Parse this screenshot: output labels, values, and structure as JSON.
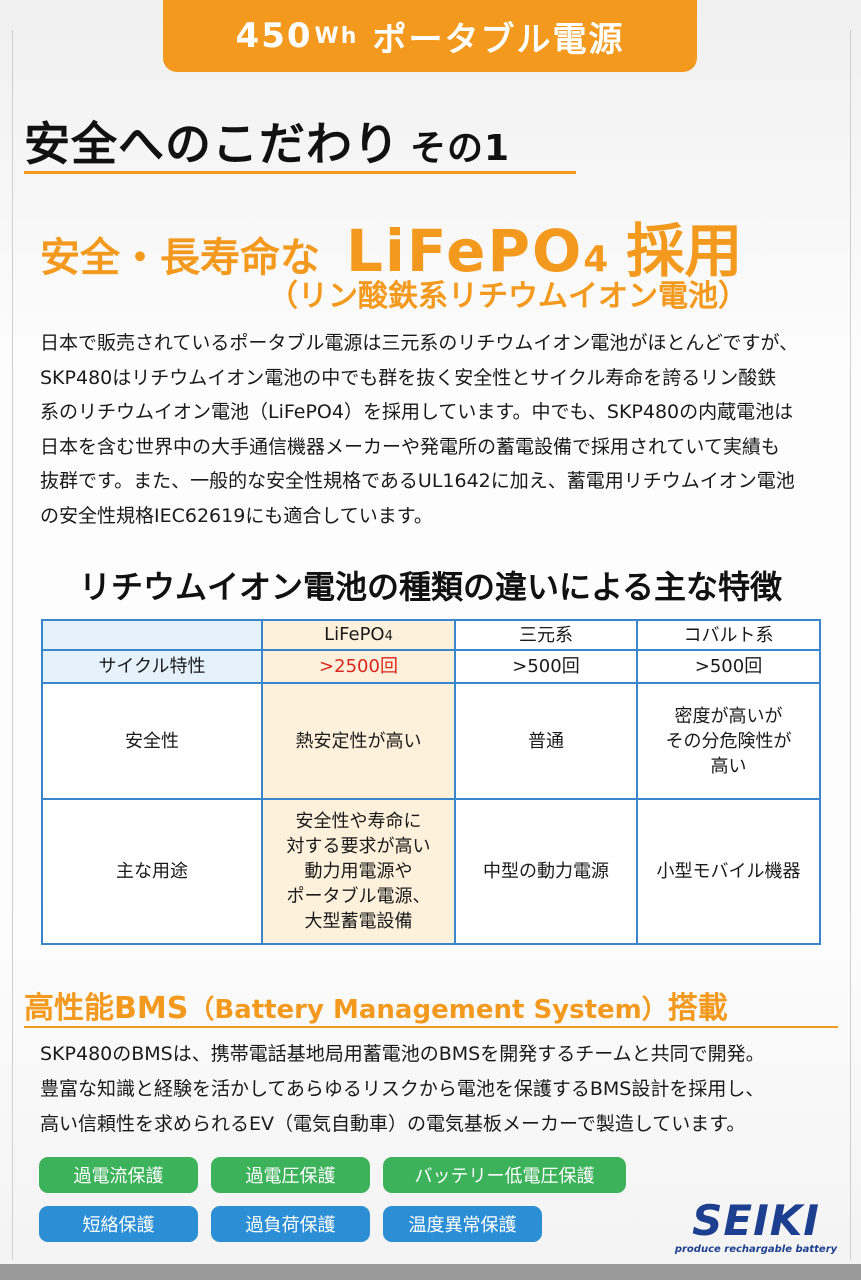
{
  "header": {
    "capacity": "450",
    "unit": "Wh",
    "title": "ポータブル電源"
  },
  "heading1": {
    "main": "安全へのこだわり",
    "sub": "その1"
  },
  "heading2": {
    "prefix": "安全・長寿命な",
    "chem": "LiFePO",
    "chem_sub": "4",
    "suffix": "採用",
    "paren": "（リン酸鉄系リチウムイオン電池）"
  },
  "intro": [
    "日本で販売されているポータブル電源は三元系のリチウムイオン電池がほとんどですが、",
    "SKP480はリチウムイオン電池の中でも群を抜く安全性とサイクル寿命を誇るリン酸鉄",
    "系のリチウムイオン電池（LiFePO4）を採用しています。中でも、SKP480の内蔵電池は",
    "日本を含む世界中の大手通信機器メーカーや発電所の蓄電設備で採用されていて実績も",
    "抜群です。また、一般的な安全性規格であるUL1642に加え、蓄電用リチウムイオン電池",
    "の安全性規格IEC62619にも適合しています。"
  ],
  "table": {
    "title": "リチウムイオン電池の種類の違いによる主な特徴",
    "columns": [
      "",
      "LiFePO4",
      "三元系",
      "コバルト系"
    ],
    "rows": [
      {
        "label": "サイクル特性",
        "cells": [
          ">2500回",
          ">500回",
          ">500回"
        ]
      },
      {
        "label": "安全性",
        "cells": [
          "熱安定性が高い",
          "普通",
          "密度が高いが\nその分危険性が\n高い"
        ]
      },
      {
        "label": "主な用途",
        "cells": [
          "安全性や寿命に\n対する要求が高い\n動力用電源や\nポータブル電源、\n大型蓄電設備",
          "中型の動力電源",
          "小型モバイル機器"
        ]
      }
    ]
  },
  "bms": {
    "title_a": "高性能BMS",
    "title_en": "（Battery Management System）",
    "title_b": "搭載",
    "text": [
      "SKP480のBMSは、携帯電話基地局用蓄電池のBMSを開発するチームと共同で開発。",
      "豊富な知識と経験を活かしてあらゆるリスクから電池を保護するBMS設計を採用し、",
      "高い信頼性を求められるEV（電気自動車）の電気基板メーカーで製造しています。"
    ],
    "protections": [
      "過電流保護",
      "過電圧保護",
      "バッテリー低電圧保護",
      "短絡保護",
      "過負荷保護",
      "温度異常保護"
    ]
  },
  "logo": {
    "name": "SEIKI",
    "tagline": "produce rechargable battery"
  },
  "colors": {
    "accent": "#f39a1e",
    "table_border": "#3a86cc",
    "highlight": "#fdf1dc",
    "green": "#3cb25a",
    "blue": "#2c8fd6",
    "red": "#d8261e",
    "logo": "#1d3f8f"
  }
}
